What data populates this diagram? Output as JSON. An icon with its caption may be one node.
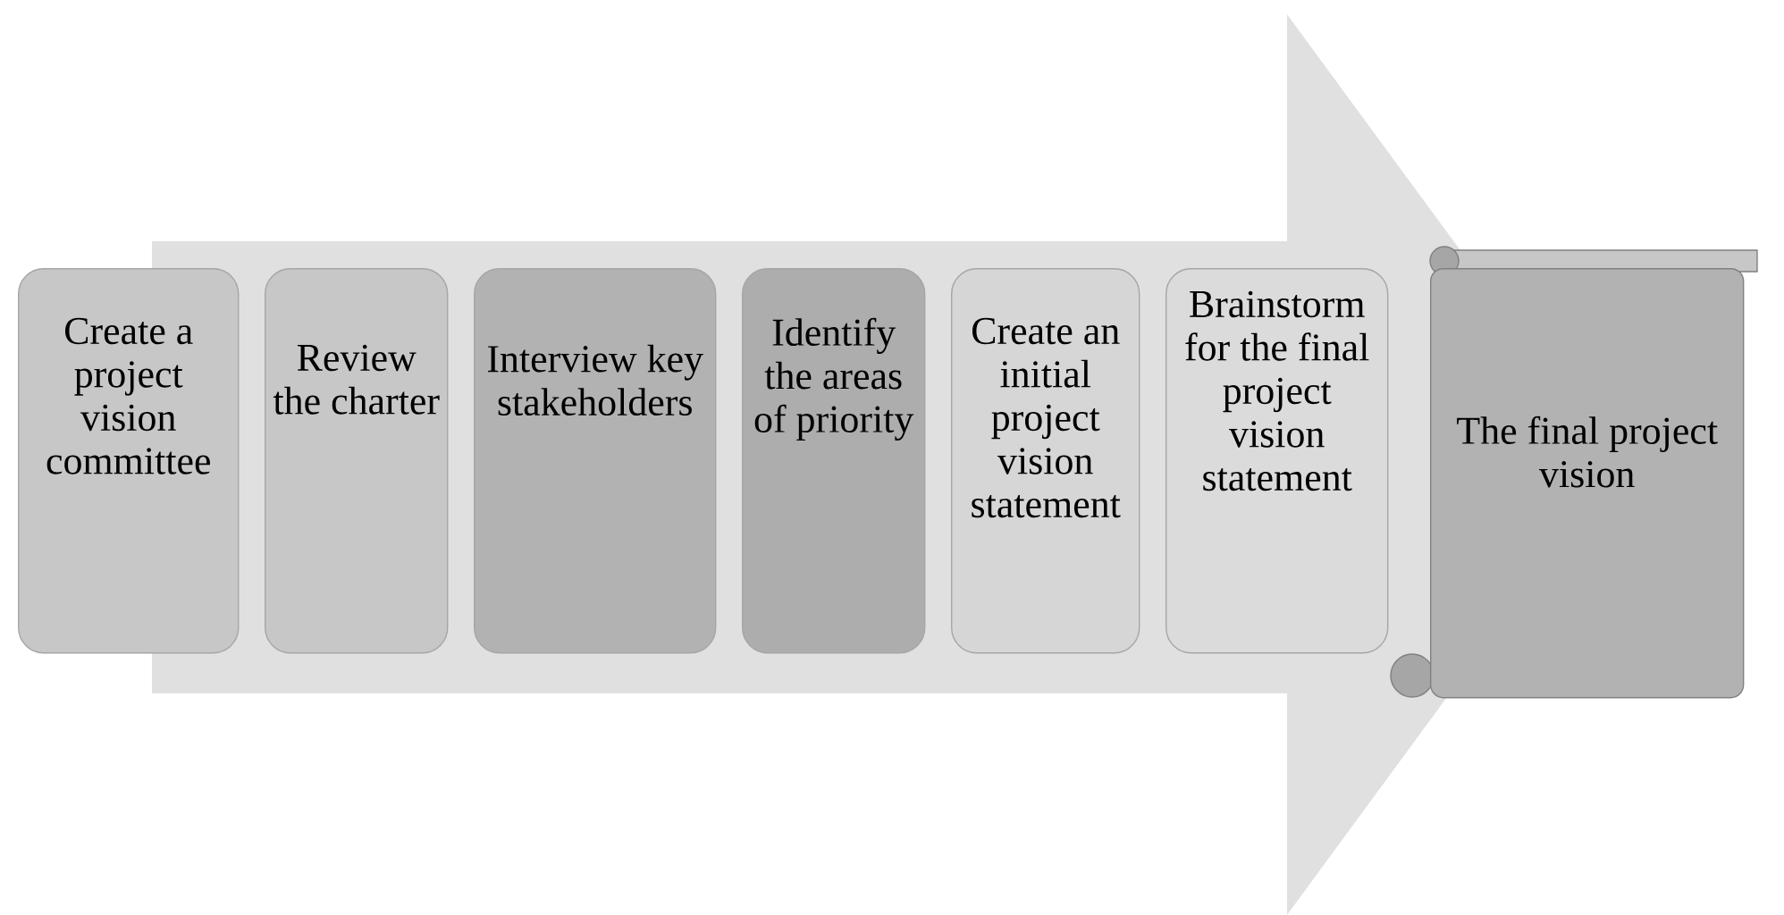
{
  "diagram": {
    "nodes": [
      {
        "text": [
          "Create a project vision committee"
        ]
      },
      {
        "text": [
          "Review the charter"
        ]
      },
      {
        "text": [
          "Interview key stakeholders"
        ]
      },
      {
        "text": [
          "Identify the areas of priority"
        ]
      },
      {
        "text": [
          "Create an initial project vision statement"
        ]
      },
      {
        "text": [
          "Brainstorm for the final project vision statement"
        ]
      },
      {
        "text": [
          "The final project vision"
        ]
      }
    ],
    "edges": [
      {
        "from": 0,
        "to": 6,
        "arrow": "to"
      }
    ]
  }
}
